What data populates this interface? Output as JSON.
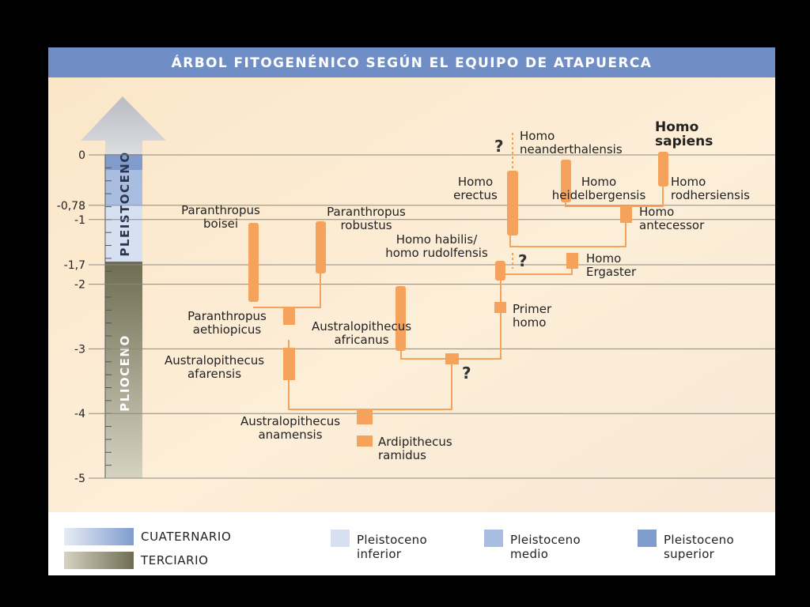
{
  "title": "ÁRBOL FITOGENÉNICO SEGÚN EL EQUIPO DE ATAPUERCA",
  "axis": {
    "ticks": [
      {
        "value": 0,
        "label": "0"
      },
      {
        "value": -0.78,
        "label": "-0,78"
      },
      {
        "value": -1,
        "label": "-1"
      },
      {
        "value": -1.7,
        "label": "-1,7"
      },
      {
        "value": -2,
        "label": "-2"
      },
      {
        "value": -3,
        "label": "-3"
      },
      {
        "value": -4,
        "label": "-4"
      },
      {
        "value": -5,
        "label": "-5"
      }
    ],
    "epochs": [
      {
        "name": "PLEISTOCENO",
        "from": 0,
        "to": -1.7
      },
      {
        "name": "PLIOCENO",
        "from": -1.7,
        "to": -5
      }
    ]
  },
  "species": {
    "paranthropus_boisei": [
      "Paranthropus",
      "boisei"
    ],
    "paranthropus_robustus": [
      "Paranthropus",
      "robustus"
    ],
    "paranthropus_aethiopicus": [
      "Paranthropus",
      "aethiopicus"
    ],
    "australopithecus_afarensis": [
      "Australopithecus",
      "afarensis"
    ],
    "australopithecus_africanus": [
      "Australopithecus",
      "africanus"
    ],
    "australopithecus_anamensis": [
      "Australopithecus",
      "anamensis"
    ],
    "ardipithecus_ramidus": [
      "Ardipithecus",
      "ramidus"
    ],
    "primer_homo": [
      "Primer",
      "homo"
    ],
    "homo_habilis": [
      "Homo habilis/",
      "homo rudolfensis"
    ],
    "homo_erectus": [
      "Homo",
      "erectus"
    ],
    "homo_ergaster": [
      "Homo",
      "Ergaster"
    ],
    "homo_antecessor": [
      "Homo",
      "antecessor"
    ],
    "homo_heidelbergensis": [
      "Homo",
      "heidelbergensis"
    ],
    "homo_neanderthalensis": [
      "Homo",
      "neanderthalensis"
    ],
    "homo_sapiens": [
      "Homo",
      "sapiens"
    ],
    "homo_rodhersiensis": [
      "Homo",
      "rodhersiensis"
    ]
  },
  "question_mark": "?",
  "legend": {
    "cuaternario": "CUATERNARIO",
    "terciario": "TERCIARIO",
    "pleistoceno_inferior": [
      "Pleistoceno",
      "inferior"
    ],
    "pleistoceno_medio": [
      "Pleistoceno",
      "medio"
    ],
    "pleistoceno_superior": [
      "Pleistoceno",
      "superior"
    ]
  },
  "colors": {
    "title_bar": "#6f8ec6",
    "branch": "#f5a35c",
    "pleistoceno": "#c9d5ea",
    "plioceno": "#7f7f62"
  }
}
